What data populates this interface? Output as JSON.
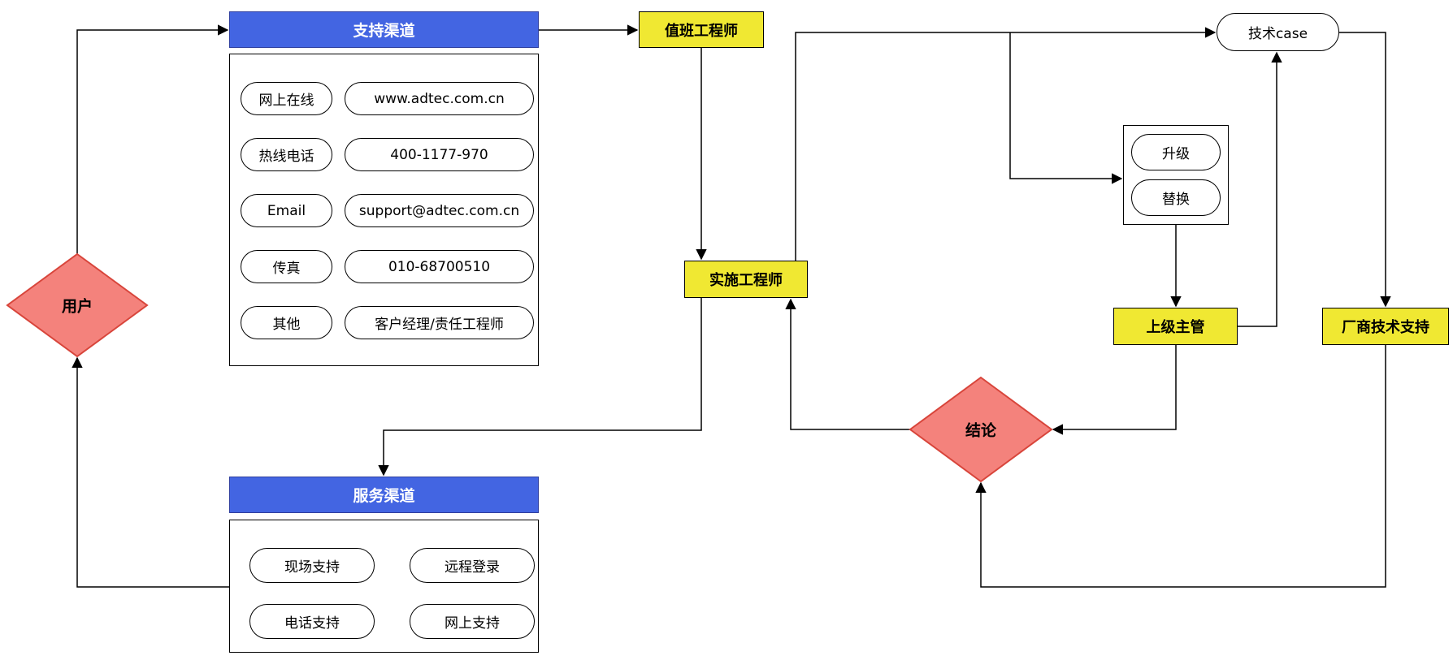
{
  "diagram": {
    "user": {
      "label": "用户"
    },
    "support_channel": {
      "title": "支持渠道",
      "rows": [
        {
          "label": "网上在线",
          "value": "www.adtec.com.cn"
        },
        {
          "label": "热线电话",
          "value": "400-1177-970"
        },
        {
          "label": "Email",
          "value": "support@adtec.com.cn"
        },
        {
          "label": "传真",
          "value": "010-68700510"
        },
        {
          "label": "其他",
          "value": "客户经理/责任工程师"
        }
      ]
    },
    "duty_engineer": {
      "label": "值班工程师"
    },
    "implementation_engineer": {
      "label": "实施工程师"
    },
    "tech_case": {
      "label": "技术case"
    },
    "escalation": {
      "options": [
        {
          "label": "升级"
        },
        {
          "label": "替换"
        }
      ]
    },
    "supervisor": {
      "label": "上级主管"
    },
    "vendor_support": {
      "label": "厂商技术支持"
    },
    "conclusion": {
      "label": "结论"
    },
    "service_channel": {
      "title": "服务渠道",
      "items": [
        {
          "label": "现场支持"
        },
        {
          "label": "远程登录"
        },
        {
          "label": "电话支持"
        },
        {
          "label": "网上支持"
        }
      ]
    },
    "colors": {
      "header_blue": "#4365e2",
      "node_yellow": "#f0e832",
      "diamond_fill": "#f4827c",
      "diamond_stroke": "#d8453b",
      "connector_black": "#000000"
    }
  }
}
